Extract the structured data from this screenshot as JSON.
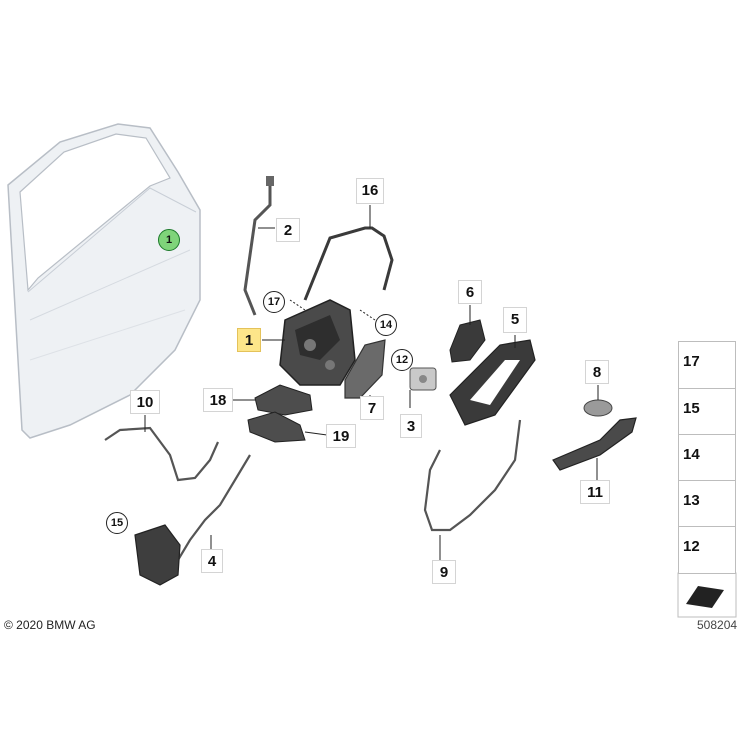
{
  "callouts": {
    "c1": "1",
    "c2": "2",
    "c3": "3",
    "c4": "4",
    "c5": "5",
    "c6": "6",
    "c7": "7",
    "c8": "8",
    "c9": "9",
    "c10": "10",
    "c11": "11",
    "c16": "16",
    "c18": "18",
    "c19": "19"
  },
  "circled": {
    "door": "1",
    "c17": "17",
    "c14": "14",
    "c12": "12",
    "c15": "15"
  },
  "legend": [
    "17",
    "15",
    "14",
    "13",
    "12"
  ],
  "copyright": "© 2020 BMW AG",
  "figure_number": "508204",
  "colors": {
    "highlight": "#fde68a",
    "door_marker": "#7fd47a",
    "part": "#3a3a3a"
  }
}
